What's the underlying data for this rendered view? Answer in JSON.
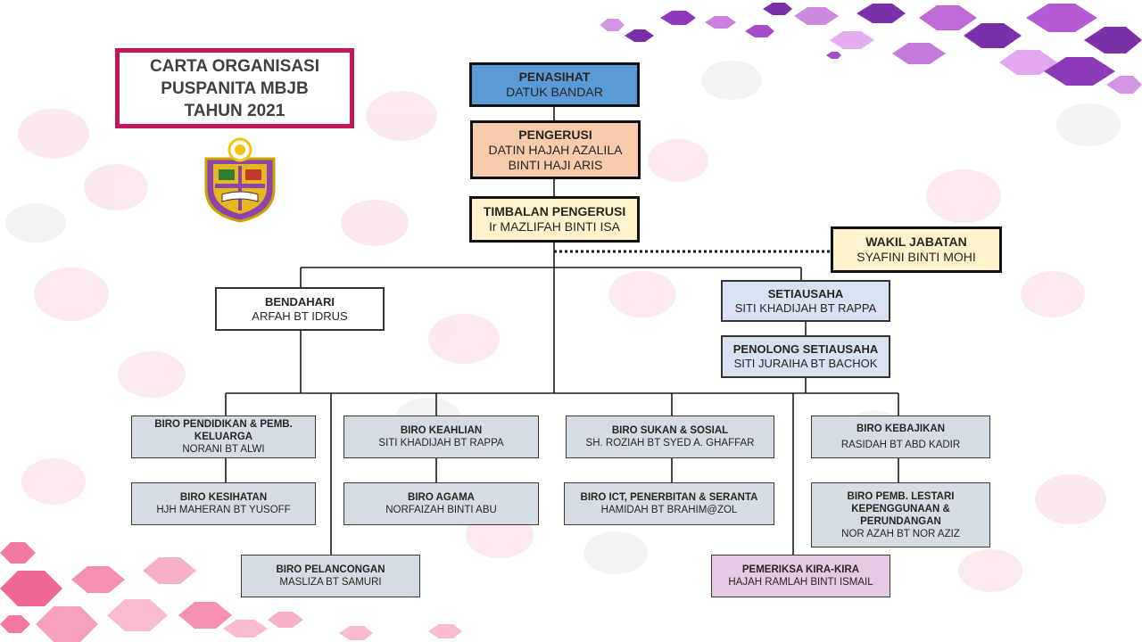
{
  "title": {
    "line1": "CARTA ORGANISASI",
    "line2": "PUSPANITA  MBJB",
    "line3": "TAHUN  2021"
  },
  "logo": {
    "icon": "mbjb-crest-icon"
  },
  "colors": {
    "title_border": "#c2185b",
    "penasihat": "#5b9bd5",
    "pengerusi": "#f8cbad",
    "timbalan": "#fff2cc",
    "setiausaha": "#d9e2f3",
    "biro": "#d6dce4",
    "pemeriksa": "#e6c9e3"
  },
  "penasihat": {
    "role": "PENASIHAT",
    "name": "DATUK BANDAR"
  },
  "pengerusi": {
    "role": "PENGERUSI",
    "name1": "DATIN HAJAH  AZALILA",
    "name2": "BINTI HAJI ARIS"
  },
  "timbalan": {
    "role": "TIMBALAN PENGERUSI",
    "name": "Ir MAZLIFAH  BINTI  ISA"
  },
  "wakil": {
    "role": "WAKIL  JABATAN",
    "name": "SYAFINI   BINTI  MOHI"
  },
  "bendahari": {
    "role": "BENDAHARI",
    "name": "ARFAH BT IDRUS"
  },
  "setiausaha": {
    "role": "SETIAUSAHA",
    "name": "SITI  KHADIJAH BT RAPPA"
  },
  "penolong": {
    "role": "PENOLONG  SETIAUSAHA",
    "name": "SITI JURAIHA  BT BACHOK"
  },
  "biro": {
    "pendidikan": {
      "role1": "BIRO PENDIDIKAN  & PEMB.",
      "role2": "KELUARGA",
      "name": "NORANI BT ALWI"
    },
    "kesihatan": {
      "role": "BIRO KESIHATAN",
      "name": "HJH MAHERAN BT YUSOFF"
    },
    "keahlian": {
      "role": "BIRO KEAHLIAN",
      "name": "SITI KHADIJAH BT RAPPA"
    },
    "agama": {
      "role": "BIRO AGAMA",
      "name": "NORFAIZAH  BINTI ABU"
    },
    "sukan": {
      "role": "BIRO SUKAN  & SOSIAL",
      "name": "SH. ROZIAH BT SYED  A. GHAFFAR"
    },
    "ict": {
      "role": "BIRO ICT, PENERBITAN  & SERANTA",
      "name": "HAMIDAH  BT BRAHIM@ZOL"
    },
    "kebajikan": {
      "role": "BIRO KEBAJIKAN",
      "name": "RASIDAH BT ABD KADIR"
    },
    "lestari": {
      "role1": "BIRO PEMB. LESTARI",
      "role2": "KEPENGGUNAAN  &",
      "role3": "PERUNDANGAN",
      "name": "NOR AZAH  BT NOR AZIZ"
    },
    "pelancongan": {
      "role": "BIRO PELANCONGAN",
      "name": "MASLIZA  BT SAMURI"
    }
  },
  "pemeriksa": {
    "role": "PEMERIKSA  KIRA-KIRA",
    "name": "HAJAH RAMLAH BINTI ISMAIL"
  }
}
